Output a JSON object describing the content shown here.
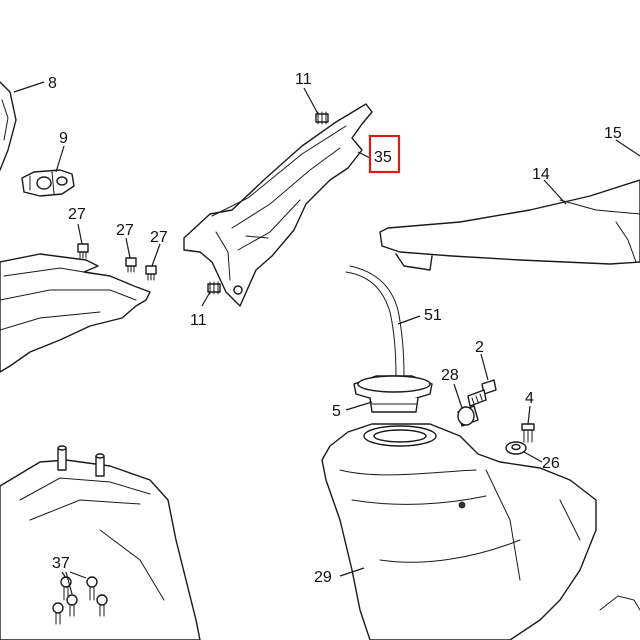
{
  "highlight_color": "#e01818",
  "callouts": {
    "c8": "8",
    "c9": "9",
    "c27a": "27",
    "c27b": "27",
    "c27c": "27",
    "c11a": "11",
    "c11b": "11",
    "c35": "35",
    "c15": "15",
    "c14": "14",
    "c51": "51",
    "c2": "2",
    "c28": "28",
    "c5": "5",
    "c4": "4",
    "c26": "26",
    "c29": "29",
    "c37": "37"
  }
}
